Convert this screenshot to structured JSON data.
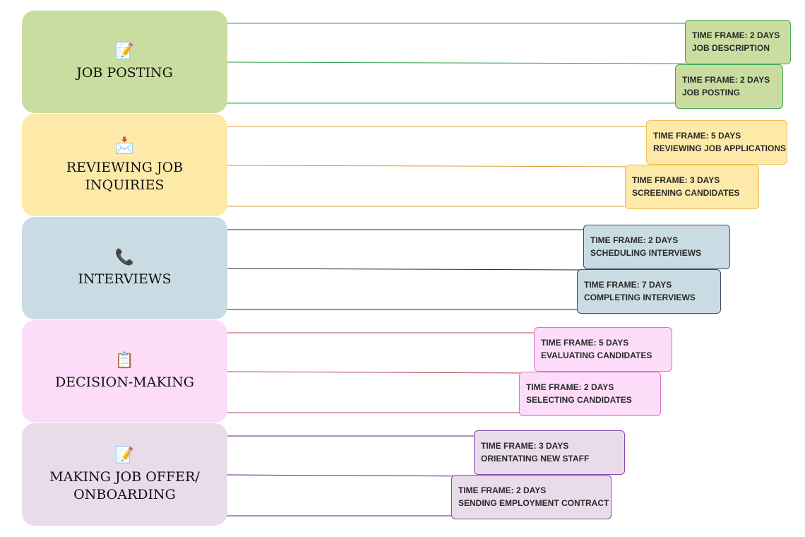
{
  "stages": [
    {
      "label": "JOB POSTING",
      "icon": "memo-icon",
      "icon_glyph": "📝",
      "fill": "#cadda0",
      "line": "#2e9e46",
      "border": "#49a85a",
      "tasks": [
        {
          "time_frame": "TIME FRAME: 2 DAYS",
          "name": "JOB DESCRIPTION"
        },
        {
          "time_frame": "TIME FRAME: 2 DAYS",
          "name": "JOB POSTING"
        }
      ]
    },
    {
      "label": "REVIEWING JOB INQUIRIES",
      "icon": "envelope-icon",
      "icon_glyph": "📩",
      "fill": "#fdeaa8",
      "line": "#e29a3c",
      "border": "#efbf55",
      "tasks": [
        {
          "time_frame": "TIME FRAME: 5 DAYS",
          "name": "REVIEWING JOB APPLICATIONS"
        },
        {
          "time_frame": "TIME FRAME: 3 DAYS",
          "name": "SCREENING CANDIDATES"
        }
      ]
    },
    {
      "label": "INTERVIEWS",
      "icon": "phone-icon",
      "icon_glyph": "📞",
      "fill": "#c9dce4",
      "line": "#1f2a38",
      "border": "#3d4a66",
      "tasks": [
        {
          "time_frame": "TIME FRAME: 2 DAYS",
          "name": "SCHEDULING INTERVIEWS"
        },
        {
          "time_frame": "TIME FRAME: 7 DAYS",
          "name": "COMPLETING INTERVIEWS"
        }
      ]
    },
    {
      "label": "DECISION-MAKING",
      "icon": "clipboard-icon",
      "icon_glyph": "📋",
      "fill": "#fcdcf8",
      "line": "#b6484f",
      "border": "#df72c8",
      "tasks": [
        {
          "time_frame": "TIME FRAME: 5 DAYS",
          "name": "EVALUATING CANDIDATES"
        },
        {
          "time_frame": "TIME FRAME: 2 DAYS",
          "name": "SELECTING CANDIDATES"
        }
      ]
    },
    {
      "label": "MAKING JOB OFFER/\nONBOARDING",
      "icon": "memo-icon",
      "icon_glyph": "📝",
      "fill": "#e9dcea",
      "line": "#5b1a8c",
      "border": "#8a47b0",
      "tasks": [
        {
          "time_frame": "TIME FRAME: 3 DAYS",
          "name": "ORIENTATING NEW STAFF"
        },
        {
          "time_frame": "TIME FRAME: 2 DAYS",
          "name": "SENDING EMPLOYMENT CONTRACT"
        }
      ]
    }
  ]
}
